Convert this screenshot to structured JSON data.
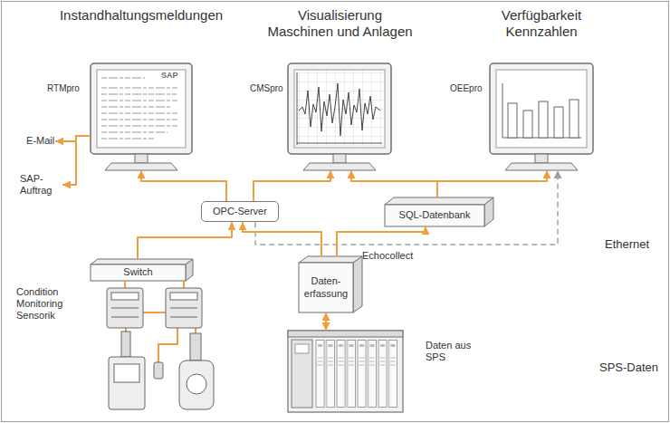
{
  "diagram": {
    "nodes": [
      {
        "text": [
          "Instandhaltungsmeldungen",
          "RTMpro",
          "SAP"
        ]
      },
      {
        "text": [
          "Visualisierung Maschinen und Anlagen",
          "CMSpro"
        ]
      },
      {
        "text": [
          "Verfügbarkeit Kennzahlen",
          "OEEpro"
        ]
      },
      {
        "text": [
          "E-Mail"
        ]
      },
      {
        "text": [
          "SAP- Auftrag"
        ]
      },
      {
        "text": [
          "OPC-Server"
        ]
      },
      {
        "text": [
          "SQL-Datenbank"
        ]
      },
      {
        "text": [
          "Switch"
        ]
      },
      {
        "text": [
          "Daten- erfassung",
          "Echocollect"
        ]
      },
      {
        "text": [
          "Daten aus SPS"
        ]
      }
    ],
    "edges": [
      {
        "from": 0,
        "to": 3,
        "arrow": "to"
      },
      {
        "from": 0,
        "to": 4,
        "arrow": "to"
      },
      {
        "from": 5,
        "to": 0,
        "arrow": "to"
      },
      {
        "from": 5,
        "to": 1,
        "arrow": "to"
      },
      {
        "from": 6,
        "to": 1,
        "arrow": "to"
      },
      {
        "from": 6,
        "to": 2,
        "arrow": "to"
      },
      {
        "from": 5,
        "to": 2,
        "arrow": "to"
      },
      {
        "from": 7,
        "to": 5,
        "arrow": "to"
      },
      {
        "from": 8,
        "to": 5,
        "arrow": "to"
      },
      {
        "from": 8,
        "to": 6,
        "arrow": "to"
      },
      {
        "from": 8,
        "to": 9,
        "arrow": "both"
      }
    ],
    "labels": [
      "Condition Monitoring Sensorik",
      "Ethernet",
      "SPS-Daten"
    ]
  }
}
